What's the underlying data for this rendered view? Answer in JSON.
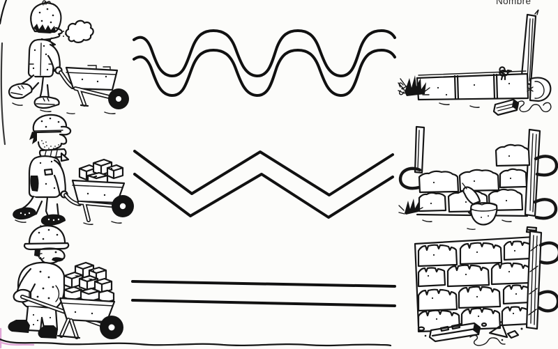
{
  "header": {
    "name_label": "Nombre"
  },
  "palette": {
    "ink": "#161616",
    "paper": "#fcfcfa",
    "scan_tint": "#c95fb8"
  },
  "worksheet": {
    "kind": "tracing-worksheet",
    "rows": [
      {
        "left_illustration": "builder-with-empty-wheelbarrow",
        "trace_path": "rounded-wave-double-line",
        "right_illustration": "wooden-beam-foundation-with-post"
      },
      {
        "left_illustration": "builder-with-wheelbarrow-of-bricks",
        "trace_path": "zigzag-double-line",
        "right_illustration": "half-built-brick-wall-with-mortar-bucket"
      },
      {
        "left_illustration": "builder-with-loaded-wheelbarrow",
        "trace_path": "straight-double-line",
        "right_illustration": "finished-brick-wall-with-rubble"
      }
    ]
  }
}
